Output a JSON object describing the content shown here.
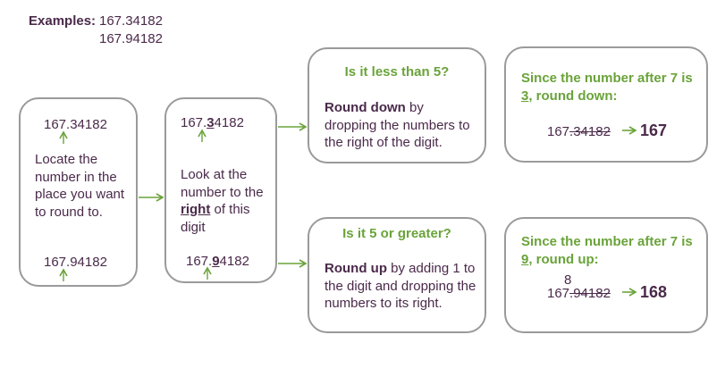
{
  "examples": {
    "label": "Examples:",
    "line1": "167.34182",
    "line2": "167.94182"
  },
  "box1": {
    "top_number": "167.34182",
    "text": "Locate the number in the place you want to round to.",
    "bottom_number": "167.94182"
  },
  "box2": {
    "top_prefix": "167.",
    "top_digit": "3",
    "top_suffix": "4182",
    "text_before": "Look at the number to the ",
    "text_emph": "right",
    "text_after": " of this digit",
    "bottom_prefix": "167.",
    "bottom_digit": "9",
    "bottom_suffix": "4182"
  },
  "box3": {
    "title": "Is it less than 5?",
    "bold": "Round down",
    "text": " by dropping the numbers to the right of the digit."
  },
  "box4": {
    "title": "Is it 5 or greater?",
    "bold": "Round up",
    "text": " by adding 1 to the digit and dropping the numbers to its right."
  },
  "box5": {
    "title_before": "Since the number after 7 is ",
    "title_digit": "3",
    "title_after": ", round down:",
    "num_prefix": "167",
    "num_struck": ".34182",
    "result": "167"
  },
  "box6": {
    "title_before": "Since the number after 7 is ",
    "title_digit": "9",
    "title_after": ", round up:",
    "carry": "8",
    "num_prefix": "167",
    "num_struck": ".94182",
    "result": "168"
  },
  "colors": {
    "text": "#4a2a4a",
    "accent": "#6aa33a",
    "border": "#9a9a9a"
  }
}
